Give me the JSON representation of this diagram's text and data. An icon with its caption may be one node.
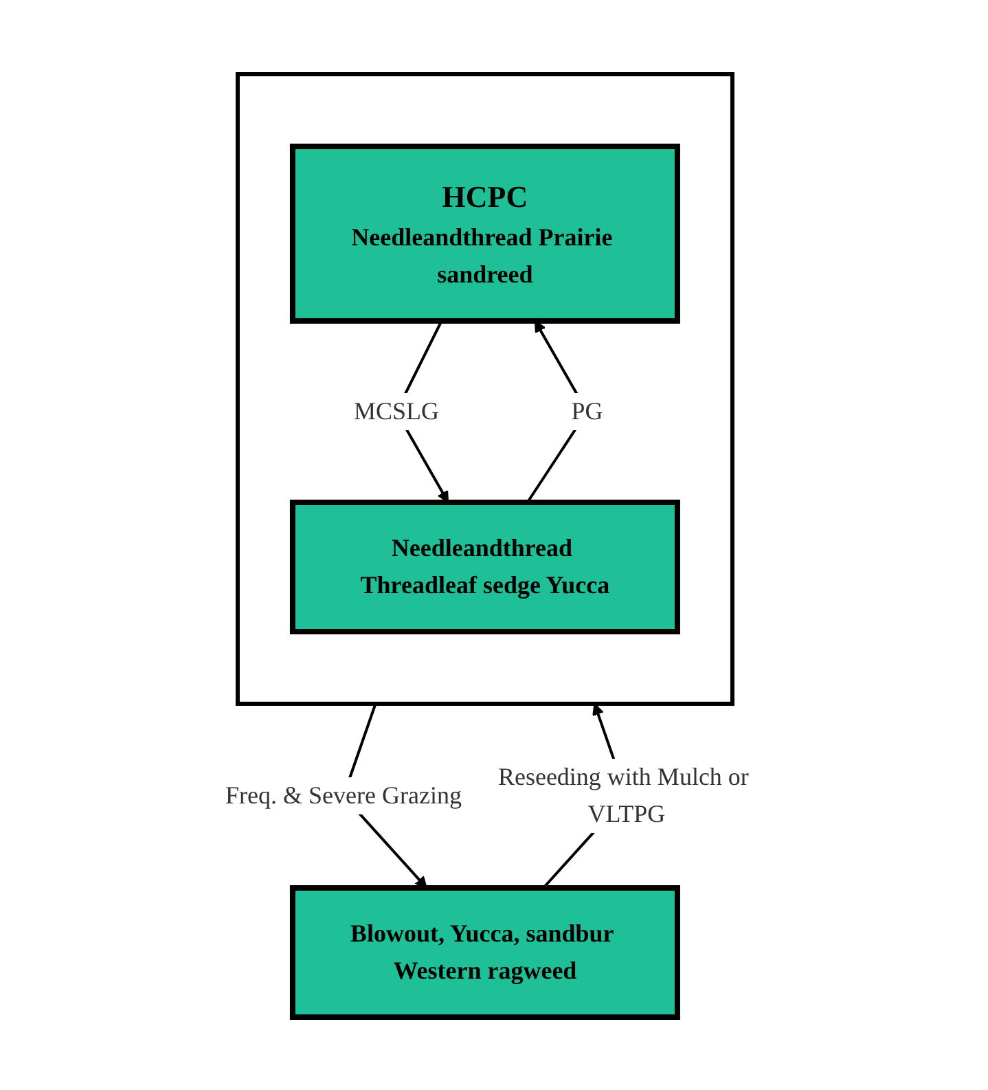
{
  "diagram": {
    "nodes": [
      {
        "text": [],
        "shape": "box"
      },
      {
        "text": [
          "HCPC",
          "Needleandthread Prairie sandreed"
        ],
        "in": 0
      },
      {
        "text": [
          "Needleandthread Threadleaf sedge Yucca"
        ],
        "in": 0
      },
      {
        "text": [
          "Blowout, Yucca, sandbur Western ragweed"
        ]
      }
    ],
    "edges": [
      {
        "from": 1,
        "to": 2,
        "arrow": "to",
        "label": "MCSLG"
      },
      {
        "from": 2,
        "to": 1,
        "arrow": "to",
        "label": "PG"
      },
      {
        "from": 0,
        "to": 3,
        "arrow": "to",
        "label": "Freq. & Severe Grazing"
      },
      {
        "from": 3,
        "to": 0,
        "arrow": "to",
        "label": "Reseeding with Mulch or VLTPG"
      }
    ]
  }
}
